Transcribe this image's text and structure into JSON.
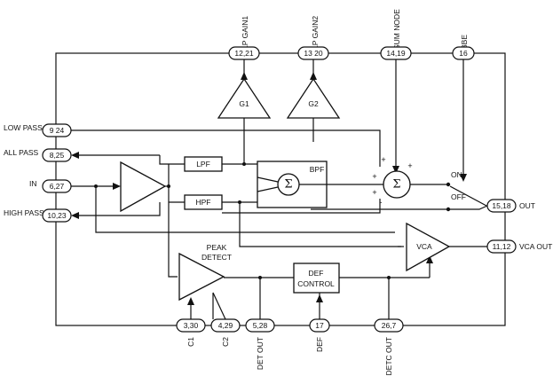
{
  "left_labels": {
    "low_pass": "LOW PASS",
    "all_pass": "ALL PASS",
    "in": "IN",
    "high_pass": "HIGH PASS"
  },
  "top_labels": {
    "lp_gain1": "LP GAIN1",
    "lp_gain2": "LP GAIN2",
    "sum_node": "SUM NODE",
    "bbe": "BBE"
  },
  "bottom_labels": {
    "c1": "C1",
    "c2": "C2",
    "det_out": "DET OUT",
    "def": "DEF",
    "detc_out": "DETC OUT"
  },
  "right_labels": {
    "out": "OUT",
    "vca_out": "VCA OUT"
  },
  "pins": {
    "low_pass": "9 24",
    "all_pass": "8,25",
    "in": "6,27",
    "high_pass": "10,23",
    "lp_gain1": "12,21",
    "lp_gain2": "13 20",
    "sum_node": "14,19",
    "bbe": "16",
    "out": "15,18",
    "vca_out": "11,12",
    "c1": "3,30",
    "c2": "4,29",
    "det_out": "5,28",
    "def": "17",
    "detc_out": "26,7"
  },
  "blocks": {
    "g1": "G1",
    "g2": "G2",
    "lpf": "LPF",
    "hpf": "HPF",
    "bpf": "BPF",
    "vca": "VCA",
    "def_control_1": "DEF",
    "def_control_2": "CONTROL",
    "peak_detect_1": "PEAK",
    "peak_detect_2": "DETECT",
    "sigma": "Σ",
    "switch_on": "ON",
    "switch_off": "OFF"
  },
  "sum_signs": {
    "plus": "+",
    "minus": "-"
  }
}
